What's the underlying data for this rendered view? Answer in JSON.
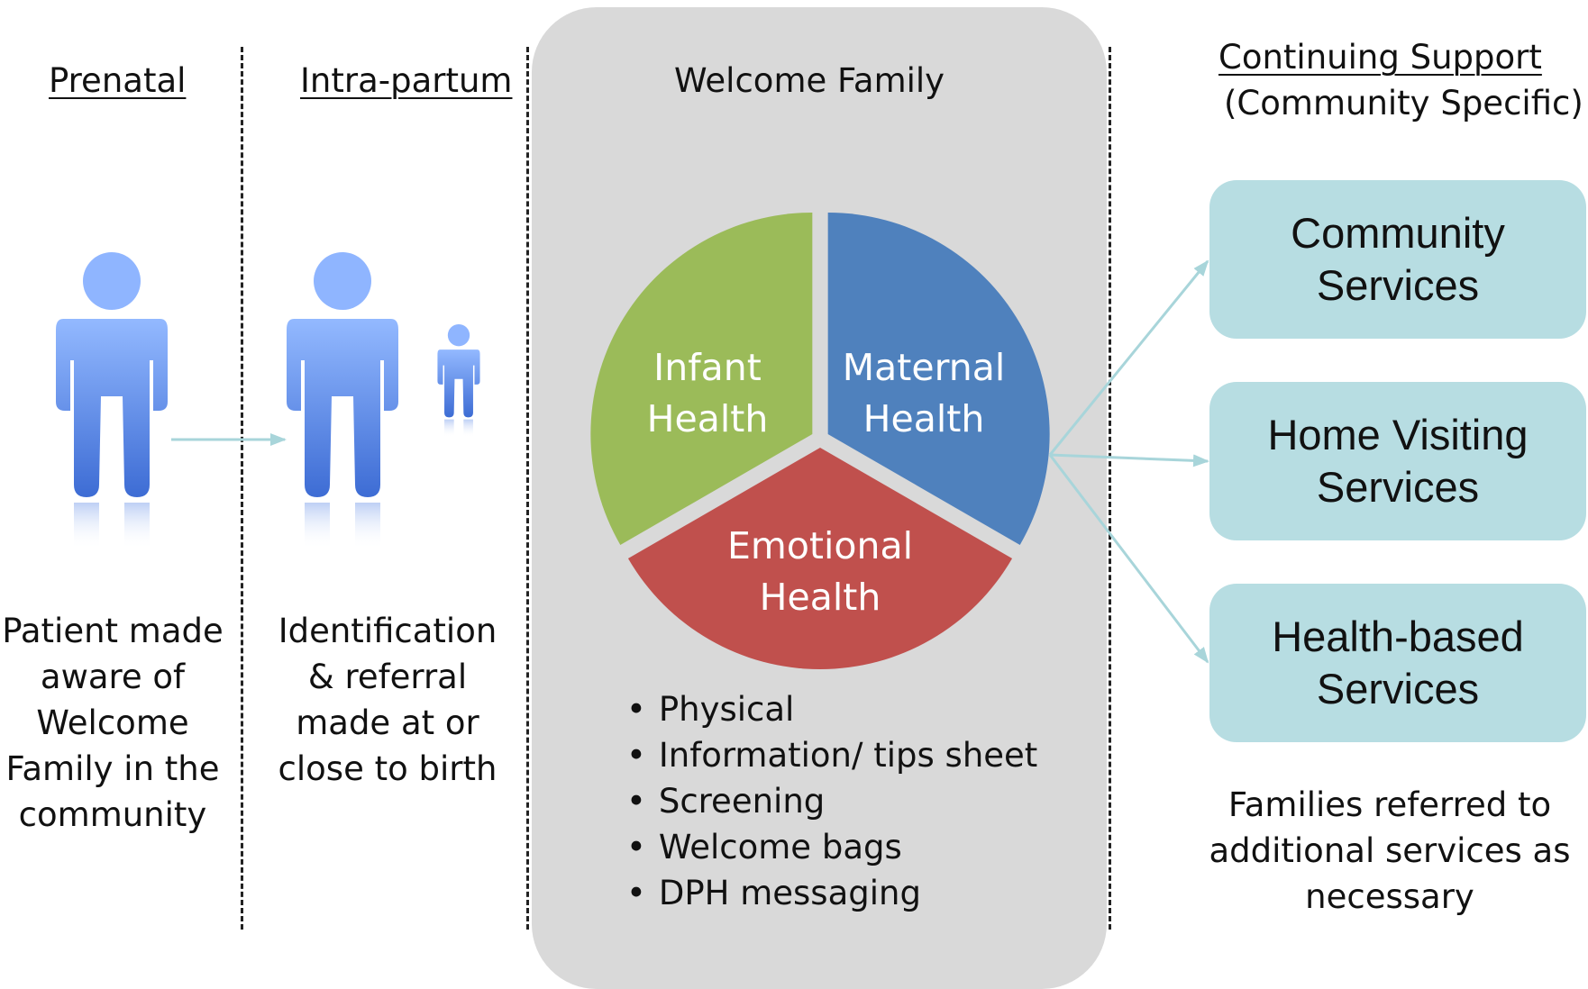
{
  "columns": {
    "prenatal": {
      "heading": "Prenatal",
      "description": [
        "Patient made",
        "aware of",
        "Welcome",
        "Family in the",
        "community"
      ]
    },
    "intrapartum": {
      "heading": "Intra-partum",
      "description": [
        "Identification",
        "& referral",
        "made at or",
        "close to birth"
      ]
    },
    "welcome": {
      "heading": "Welcome Family",
      "pie": [
        {
          "line1": "Infant",
          "line2": "Health",
          "color": "#9bbb59"
        },
        {
          "line1": "Maternal",
          "line2": "Health",
          "color": "#4f81bd"
        },
        {
          "line1": "Emotional",
          "line2": "Health",
          "color": "#c0504d"
        }
      ],
      "bullets": [
        "Physical",
        "Information/ tips sheet",
        "Screening",
        "Welcome bags",
        "DPH messaging"
      ]
    },
    "continuing": {
      "heading": "Continuing Support",
      "subheading": "(Community Specific)",
      "services": [
        {
          "line1": "Community",
          "line2": "Services"
        },
        {
          "line1": "Home Visiting",
          "line2": "Services"
        },
        {
          "line1": "Health-based",
          "line2": "Services"
        }
      ],
      "description": [
        "Families referred to",
        "additional services as",
        "necessary"
      ]
    }
  },
  "colors": {
    "panel": "#d9d9d9",
    "service_box": "#b7dde2",
    "arrow": "#a8d5da",
    "figure_top": "#8fb7ff",
    "figure_bottom": "#3f6fd6"
  },
  "icons": [
    "adult-figure-icon",
    "adult-figure-icon",
    "child-figure-icon"
  ]
}
